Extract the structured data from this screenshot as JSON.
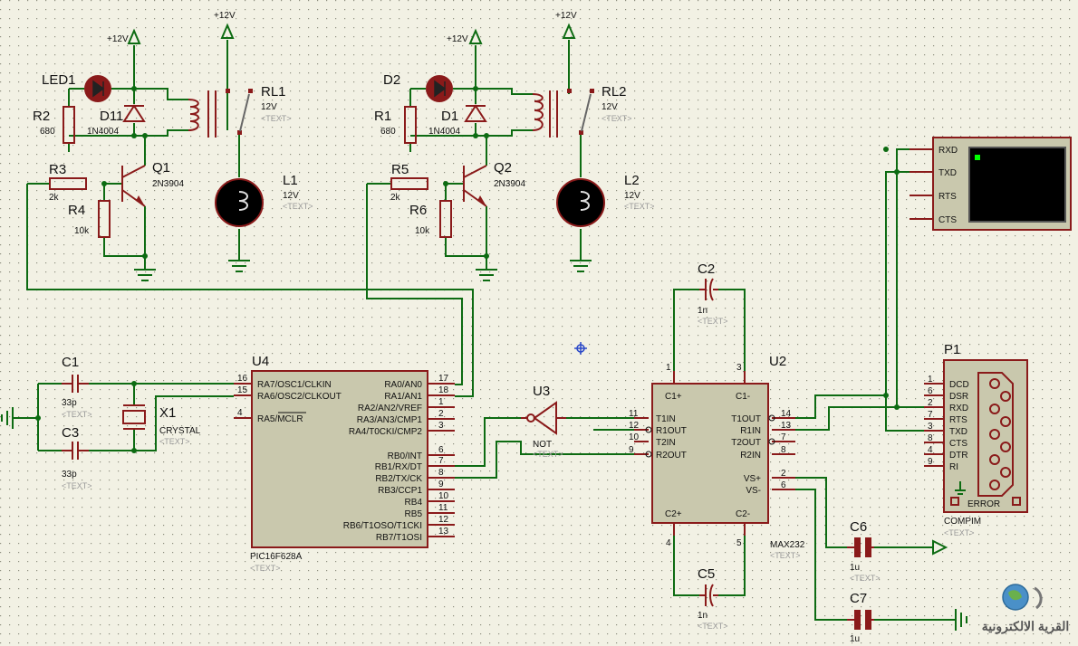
{
  "supplies": {
    "vcc1": "+12V",
    "vcc2": "+12V",
    "vcc3": "+12V",
    "vcc4": "+12V"
  },
  "components": {
    "led1": {
      "ref": "LED1"
    },
    "d2": {
      "ref": "D2"
    },
    "r2": {
      "ref": "R2",
      "value": "680"
    },
    "r1": {
      "ref": "R1",
      "value": "680"
    },
    "d11": {
      "ref": "D11",
      "value": "1N4004"
    },
    "d1": {
      "ref": "D1",
      "value": "1N4004"
    },
    "rl1": {
      "ref": "RL1",
      "value": "12V",
      "text": "<TEXT>"
    },
    "rl2": {
      "ref": "RL2",
      "value": "12V",
      "text": "<TEXT>"
    },
    "r3": {
      "ref": "R3",
      "value": "2k"
    },
    "r5": {
      "ref": "R5",
      "value": "2k"
    },
    "q1": {
      "ref": "Q1",
      "value": "2N3904"
    },
    "q2": {
      "ref": "Q2",
      "value": "2N3904"
    },
    "r4": {
      "ref": "R4",
      "value": "10k"
    },
    "r6": {
      "ref": "R6",
      "value": "10k"
    },
    "l1": {
      "ref": "L1",
      "value": "12V",
      "text": "<TEXT>"
    },
    "l2": {
      "ref": "L2",
      "value": "12V",
      "text": "<TEXT>"
    },
    "c1": {
      "ref": "C1",
      "value": "33p",
      "text": "<TEXT>"
    },
    "c3": {
      "ref": "C3",
      "value": "33p",
      "text": "<TEXT>"
    },
    "x1": {
      "ref": "X1",
      "value": "CRYSTAL",
      "text": "<TEXT>"
    },
    "u3": {
      "ref": "U3",
      "value": "NOT",
      "text": "<TEXT>"
    },
    "c2": {
      "ref": "C2",
      "value": "1n",
      "text": "<TEXT>"
    },
    "c5": {
      "ref": "C5",
      "value": "1n",
      "text": "<TEXT>"
    },
    "c6": {
      "ref": "C6",
      "value": "1u",
      "text": "<TEXT>"
    },
    "c7": {
      "ref": "C7",
      "value": "1u"
    },
    "p1": {
      "ref": "P1",
      "value": "COMPIM",
      "text": "<TEXT>",
      "error": "ERROR"
    },
    "u4": {
      "ref": "U4",
      "value": "PIC16F628A",
      "text": "<TEXT>"
    },
    "u2": {
      "ref": "U2",
      "value": "MAX232",
      "text": "<TEXT>"
    }
  },
  "u4_pins_left": [
    {
      "n": "16",
      "name": "RA7/OSC1/CLKIN"
    },
    {
      "n": "15",
      "name": "RA6/OSC2/CLKOUT"
    },
    {
      "n": "4",
      "name": "RA5/MCLR"
    }
  ],
  "u4_pins_right": [
    {
      "n": "17",
      "name": "RA0/AN0"
    },
    {
      "n": "18",
      "name": "RA1/AN1"
    },
    {
      "n": "1",
      "name": "RA2/AN2/VREF"
    },
    {
      "n": "2",
      "name": "RA3/AN3/CMP1"
    },
    {
      "n": "3",
      "name": "RA4/T0CKI/CMP2"
    },
    {
      "n": "6",
      "name": "RB0/INT"
    },
    {
      "n": "7",
      "name": "RB1/RX/DT"
    },
    {
      "n": "8",
      "name": "RB2/TX/CK"
    },
    {
      "n": "9",
      "name": "RB3/CCP1"
    },
    {
      "n": "10",
      "name": "RB4"
    },
    {
      "n": "11",
      "name": "RB5"
    },
    {
      "n": "12",
      "name": "RB6/T1OSO/T1CKI"
    },
    {
      "n": "13",
      "name": "RB7/T1OSI"
    }
  ],
  "u2_pins_left": [
    {
      "n": "11",
      "name": "T1IN"
    },
    {
      "n": "12",
      "name": "R1OUT"
    },
    {
      "n": "10",
      "name": "T2IN"
    },
    {
      "n": "9",
      "name": "R2OUT"
    }
  ],
  "u2_pins_right": [
    {
      "n": "14",
      "name": "T1OUT"
    },
    {
      "n": "13",
      "name": "R1IN"
    },
    {
      "n": "7",
      "name": "T2OUT"
    },
    {
      "n": "8",
      "name": "R2IN"
    },
    {
      "n": "2",
      "name": "VS+"
    },
    {
      "n": "6",
      "name": "VS-"
    }
  ],
  "u2_corner": {
    "c1p": "C1+",
    "c1m": "C1-",
    "c2p": "C2+",
    "c2m": "C2-",
    "p1": "1",
    "p3": "3",
    "p4": "4",
    "p5": "5"
  },
  "p1_pins": [
    {
      "n": "1",
      "name": "DCD"
    },
    {
      "n": "6",
      "name": "DSR"
    },
    {
      "n": "2",
      "name": "RXD"
    },
    {
      "n": "7",
      "name": "RTS"
    },
    {
      "n": "3",
      "name": "TXD"
    },
    {
      "n": "8",
      "name": "CTS"
    },
    {
      "n": "4",
      "name": "DTR"
    },
    {
      "n": "9",
      "name": "RI"
    }
  ],
  "terminal_pins": [
    "RXD",
    "TXD",
    "RTS",
    "CTS"
  ],
  "watermark": {
    "text": "القرية الالكترونية"
  },
  "colors": {
    "wire": "#0d6b12",
    "component": "#8a1a1a",
    "body": "#c9c8ad",
    "background": "#f2f1e4",
    "terminal": "#000000",
    "cursor_pixel": "#00ff00"
  }
}
